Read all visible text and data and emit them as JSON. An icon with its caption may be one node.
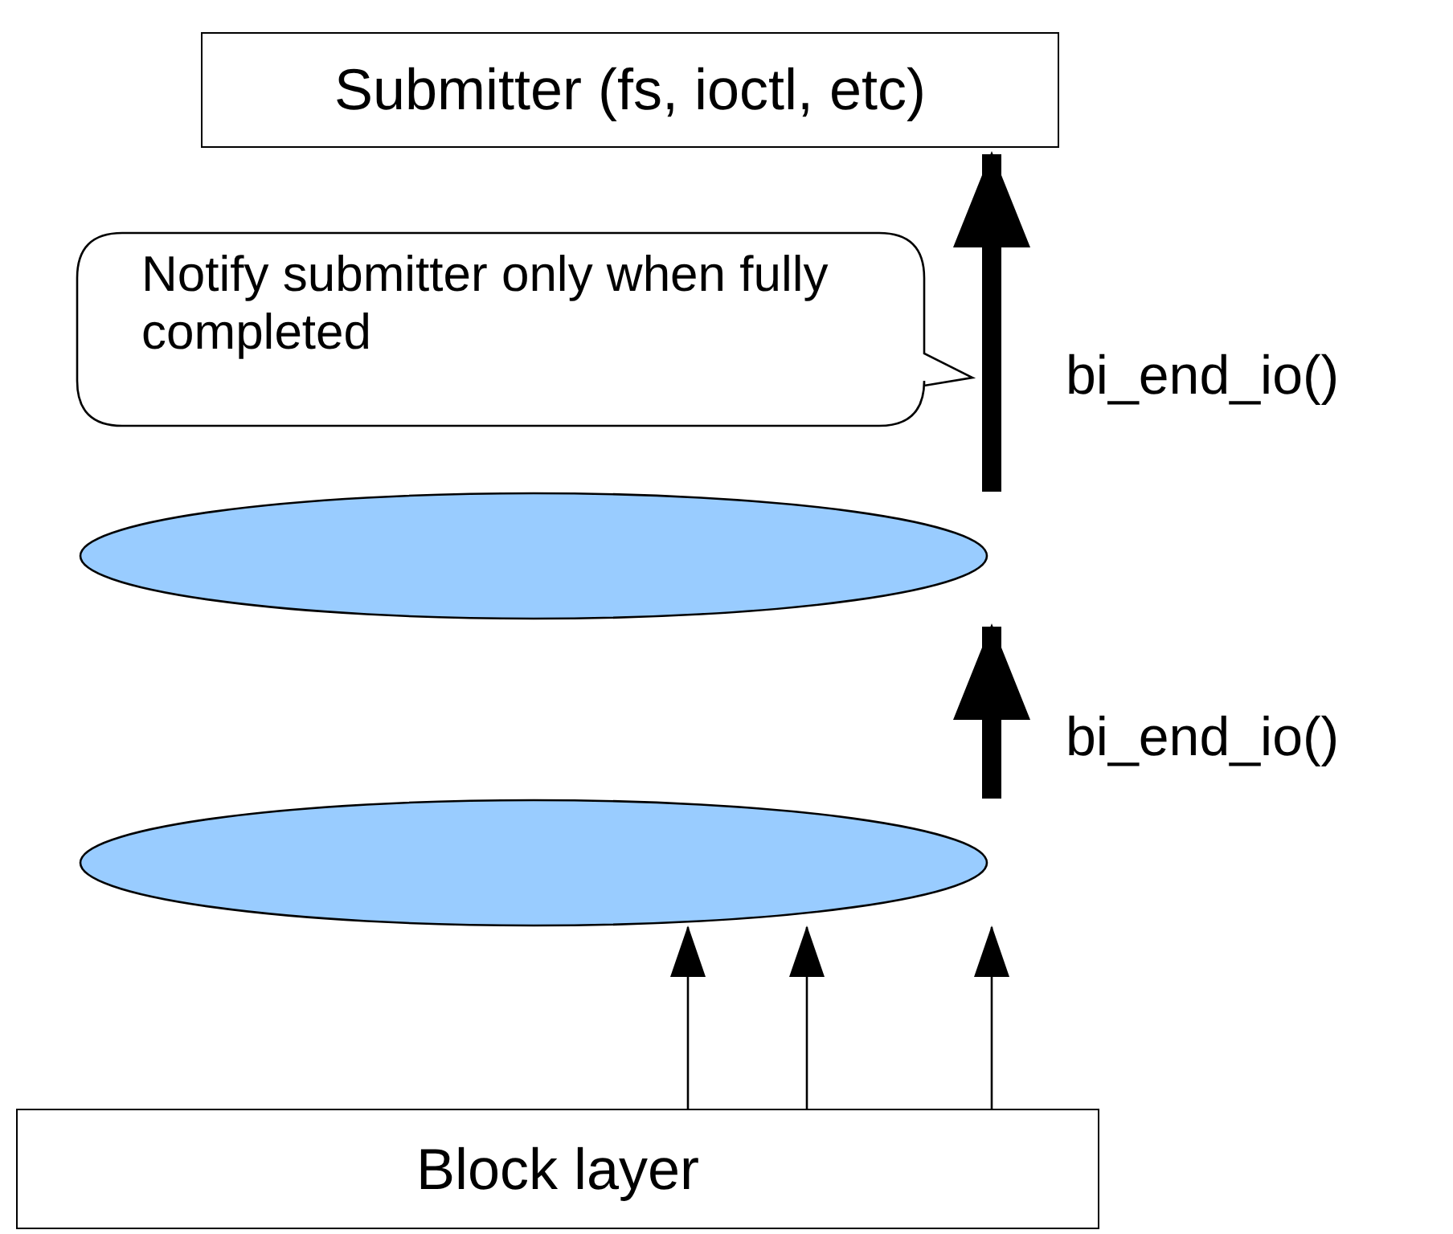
{
  "diagram": {
    "nodes": [
      {
        "text": [
          "Submitter (fs, ioctl, etc)"
        ]
      },
      {
        "text": [
          "Notify submitter only when fully completed"
        ]
      },
      {
        "text": [],
        "shape": "ellipse"
      },
      {
        "text": [],
        "shape": "ellipse"
      },
      {
        "text": [
          "Block layer"
        ]
      }
    ],
    "edges": [
      {
        "from": 2,
        "to": 0,
        "arrow": "to",
        "style": "thick",
        "label": "bi_end_io()"
      },
      {
        "from": 3,
        "to": 2,
        "arrow": "to",
        "style": "thick",
        "label": "bi_end_io()"
      },
      {
        "from": 4,
        "to": 3,
        "arrow": "to"
      },
      {
        "from": 4,
        "to": 3,
        "arrow": "to"
      },
      {
        "from": 4,
        "to": 3,
        "arrow": "to"
      }
    ]
  }
}
